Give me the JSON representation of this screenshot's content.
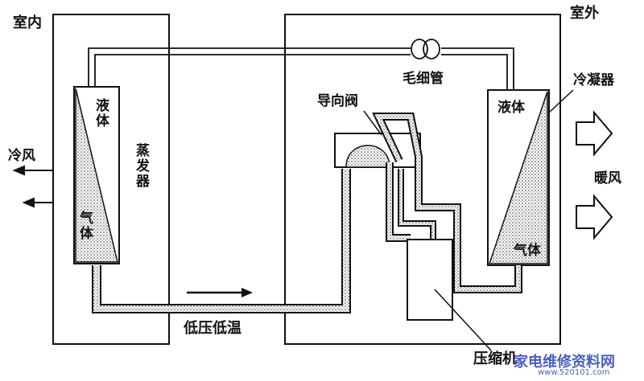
{
  "labels": {
    "indoor": "室内",
    "outdoor": "室外",
    "capillary": "毛细管",
    "condenser": "冷凝器",
    "reversing_valve": "导向阀",
    "liquid_left": "液体",
    "liquid_right": "液体",
    "evaporator": "蒸发器",
    "gas_left": "气体",
    "gas_right": "气体",
    "cold_air": "冷风",
    "warm_air": "暖风",
    "low_pressure_low_temp": "低压低温",
    "compressor": "压缩机"
  },
  "watermark": {
    "text": "家电维修资料网",
    "url": "www.520101.com"
  },
  "colors": {
    "ink": "#111111",
    "watermark": "#4a5fc0"
  }
}
